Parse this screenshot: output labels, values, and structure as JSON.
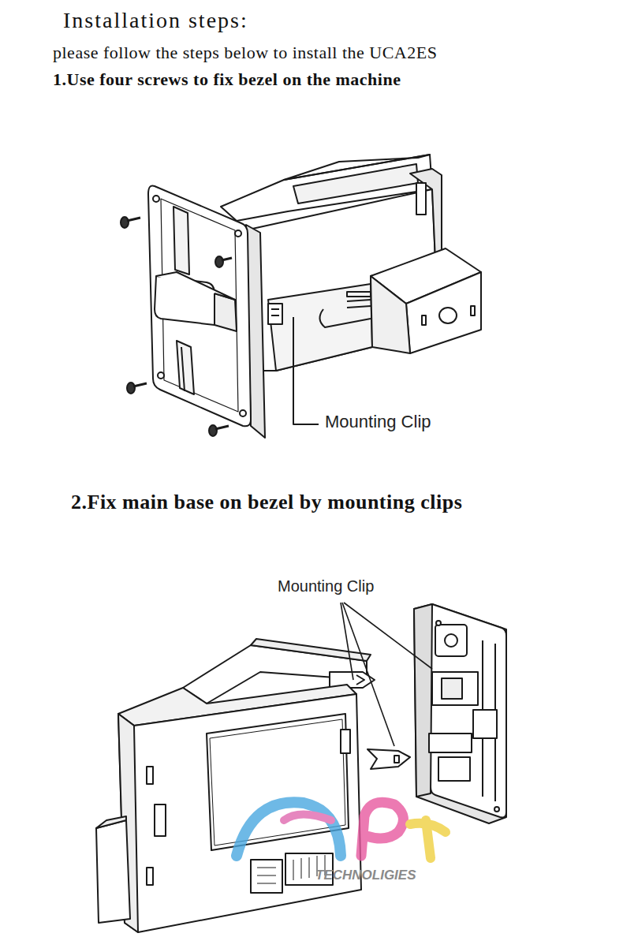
{
  "diagram": {
    "title": "Installation steps:",
    "labels": [
      "please follow the steps below to install the UCA2ES",
      "1.Use four screws to fix bezel on the machine",
      "Mounting Clip",
      "2.Fix main base on bezel by mounting clips",
      "Mounting Clip",
      "TECHNOLIGIES"
    ]
  }
}
